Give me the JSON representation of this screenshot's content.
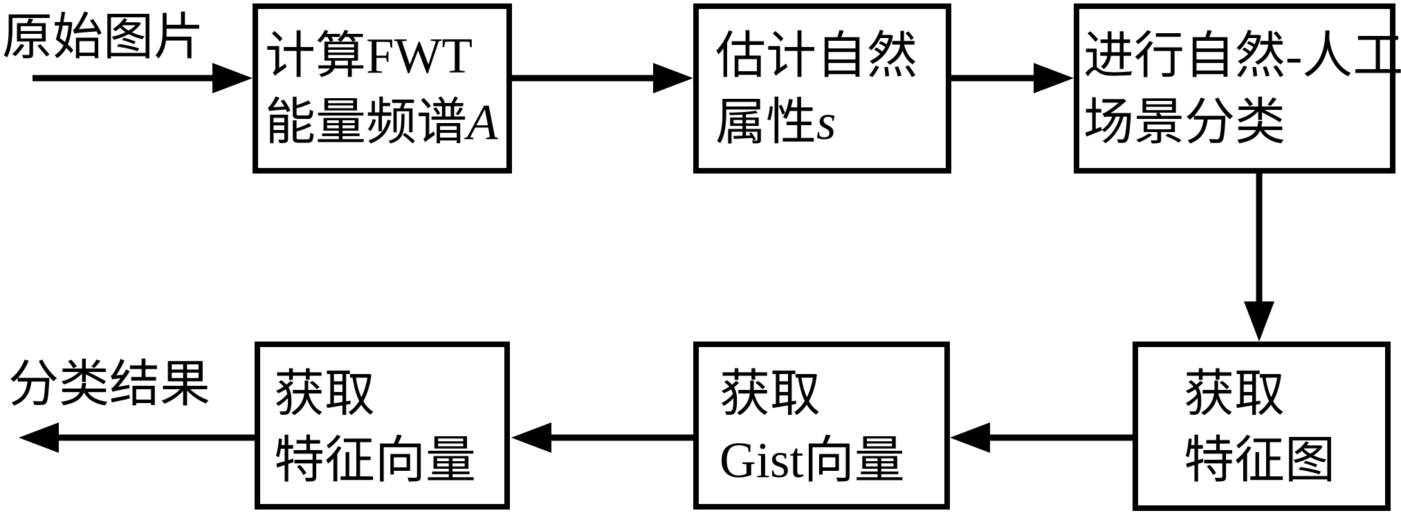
{
  "diagram": {
    "type": "flowchart",
    "background_color": "#ffffff",
    "line_color": "#000000",
    "input_label": "原始图片",
    "output_label": "分类结果",
    "boxes": [
      {
        "name": "compute-fwt-energy-spectrum",
        "line1": "计算FWT",
        "line2": "能量频谱",
        "line2_var": "A"
      },
      {
        "name": "estimate-natural-attribute",
        "line1": "估计自然",
        "line2": "属性",
        "line2_var": "s"
      },
      {
        "name": "natural-artificial-classify",
        "line1": "进行自然-人工",
        "line2": "场景分类",
        "line2_var": ""
      },
      {
        "name": "get-feature-map",
        "line1": "获取",
        "line2": "特征图",
        "line2_var": ""
      },
      {
        "name": "get-gist-vector",
        "line1": "获取",
        "line2": "Gist向量",
        "line2_var": ""
      },
      {
        "name": "get-feature-vector",
        "line1": "获取",
        "line2": "特征向量",
        "line2_var": ""
      }
    ],
    "arrows": [
      {
        "from": "原始图片",
        "to": "计算FWT能量频谱A",
        "direction": "right"
      },
      {
        "from": "计算FWT能量频谱A",
        "to": "估计自然属性s",
        "direction": "right"
      },
      {
        "from": "估计自然属性s",
        "to": "进行自然-人工场景分类",
        "direction": "right"
      },
      {
        "from": "进行自然-人工场景分类",
        "to": "获取特征图",
        "direction": "down"
      },
      {
        "from": "获取特征图",
        "to": "获取Gist向量",
        "direction": "left"
      },
      {
        "from": "获取Gist向量",
        "to": "获取特征向量",
        "direction": "left"
      },
      {
        "from": "获取特征向量",
        "to": "分类结果",
        "direction": "left"
      }
    ]
  }
}
